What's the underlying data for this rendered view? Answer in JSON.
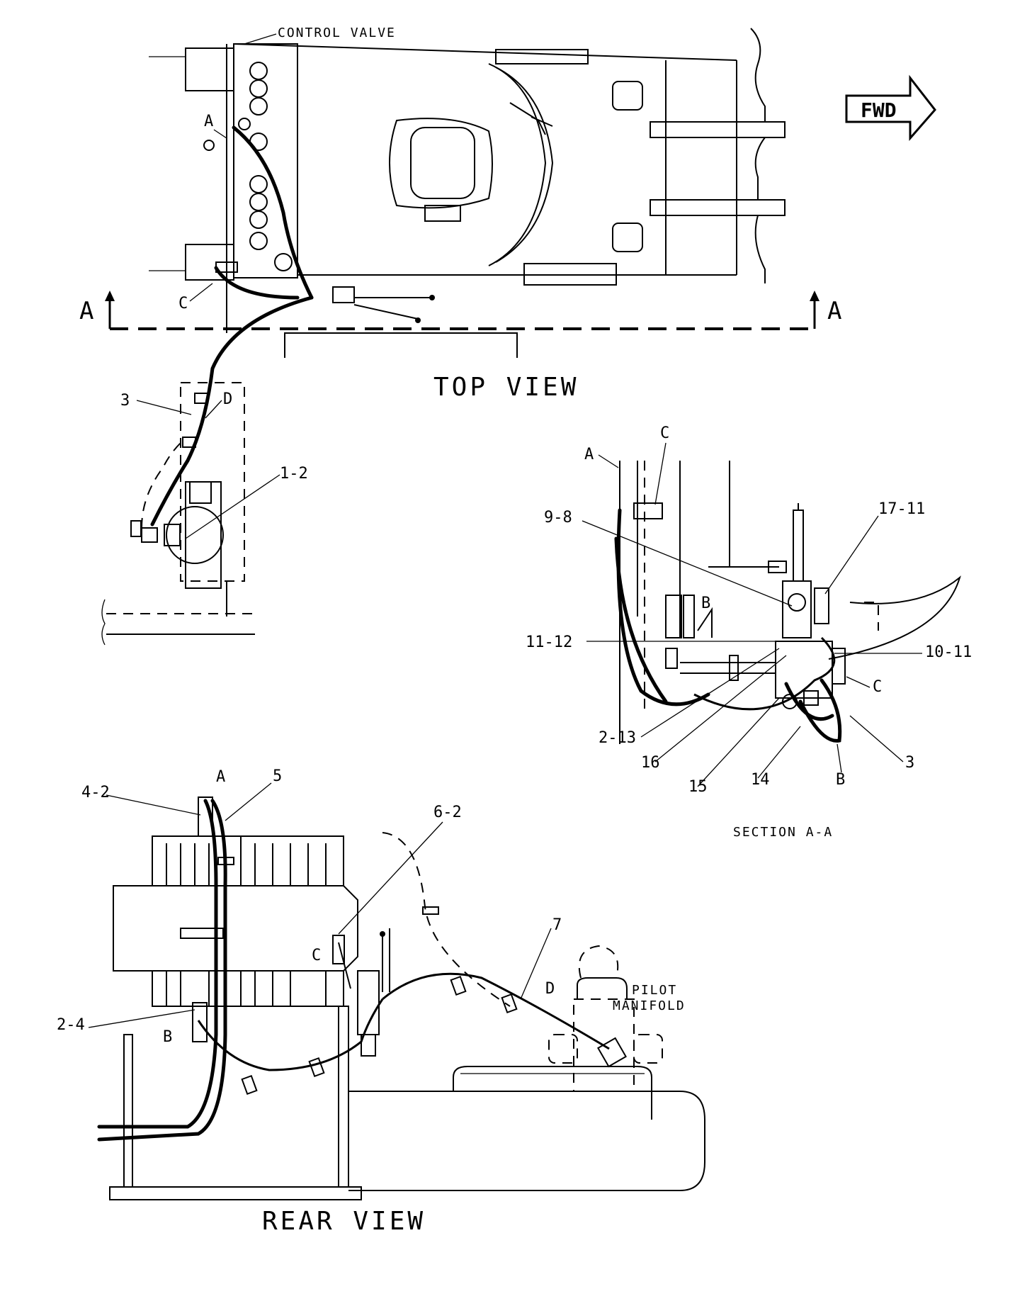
{
  "views": {
    "top": "TOP VIEW",
    "rear": "REAR VIEW",
    "section": "SECTION A-A"
  },
  "labels": {
    "control_valve": "CONTROL VALVE",
    "fwd": "FWD",
    "section_a": "A",
    "pilot": "PILOT",
    "manifold": "MANIFOLD"
  },
  "callouts": {
    "top_A": "A",
    "top_C": "C",
    "top_D": "D",
    "top_3": "3",
    "top_1_2": "1-2",
    "sec_A": "A",
    "sec_C_top": "C",
    "sec_9_8": "9-8",
    "sec_17_11": "17-11",
    "sec_B_mid": "B",
    "sec_11_12": "11-12",
    "sec_10_11": "10-11",
    "sec_C_right": "C",
    "sec_2_13": "2-13",
    "sec_16": "16",
    "sec_15": "15",
    "sec_14": "14",
    "sec_B_bot": "B",
    "sec_3": "3",
    "rear_4_2": "4-2",
    "rear_A": "A",
    "rear_5": "5",
    "rear_6_2": "6-2",
    "rear_C": "C",
    "rear_7": "7",
    "rear_D": "D",
    "rear_2_4": "2-4",
    "rear_B": "B"
  }
}
